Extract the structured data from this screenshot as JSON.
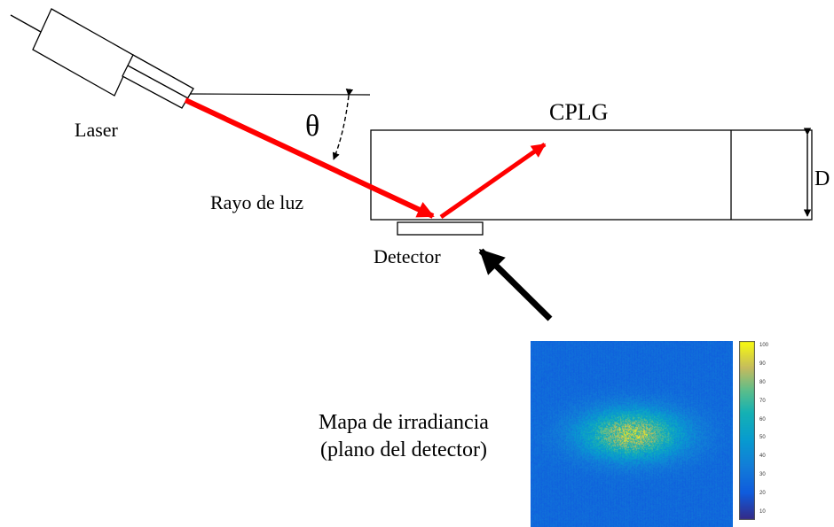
{
  "labels": {
    "laser": "Laser",
    "theta": "θ",
    "cplg": "CPLG",
    "rayo": "Rayo de luz",
    "d": "D",
    "detector": "Detector",
    "mapa_line1": "Mapa de irradiancia",
    "mapa_line2": "(plano del detector)"
  },
  "colorbar": {
    "ticks": [
      "100",
      "90",
      "80",
      "70",
      "60",
      "50",
      "40",
      "30",
      "20",
      "10"
    ]
  },
  "colors": {
    "beam": "#ff0000",
    "outline": "#000000",
    "map_background": "#2a68d6",
    "map_hot": "#f2e21d"
  }
}
